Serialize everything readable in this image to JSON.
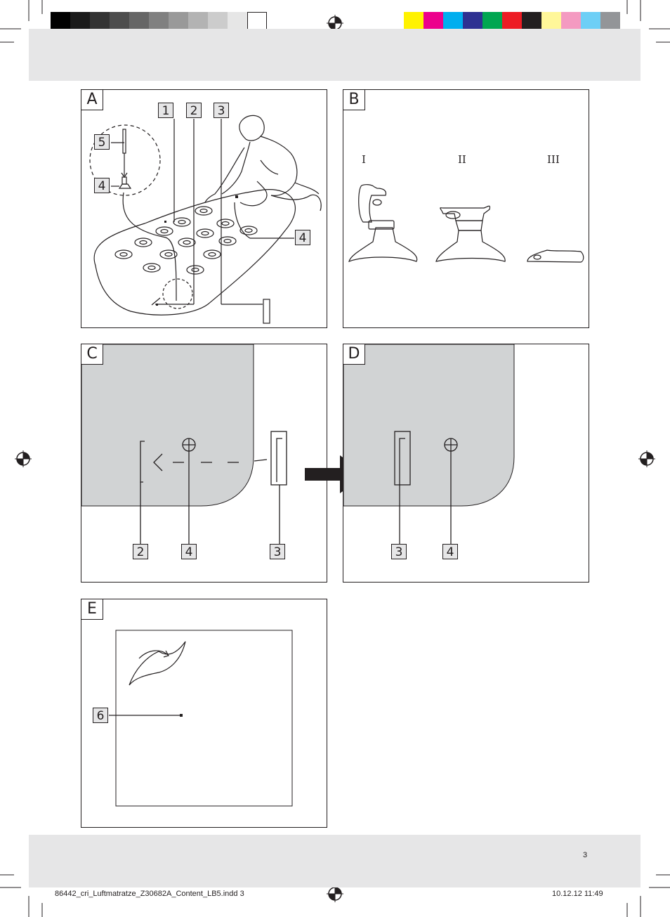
{
  "color_bar": {
    "gray_steps": [
      "#000000",
      "#1a1a1a",
      "#333333",
      "#4d4d4d",
      "#666666",
      "#808080",
      "#999999",
      "#b3b3b3",
      "#cccccc",
      "#e6e6e6",
      "#ffffff"
    ],
    "process_colors": [
      "#fff200",
      "#ec008c",
      "#00aeef",
      "#2e3192",
      "#00a651",
      "#ed1c24",
      "#231f20",
      "#fff799",
      "#f49ac1",
      "#6dcff6",
      "#939598"
    ]
  },
  "figures": {
    "A": {
      "letter": "A",
      "callouts": [
        "1",
        "2",
        "3",
        "4",
        "5",
        "4"
      ]
    },
    "B": {
      "letter": "B",
      "steps": [
        "I",
        "II",
        "III"
      ]
    },
    "C": {
      "letter": "C",
      "callouts": [
        "2",
        "4",
        "3"
      ]
    },
    "D": {
      "letter": "D",
      "callouts": [
        "3",
        "4"
      ]
    },
    "E": {
      "letter": "E",
      "callouts": [
        "6"
      ]
    }
  },
  "page_number": "3",
  "footer": {
    "file_name": "86442_cri_Luftmatratze_Z30682A_Content_LB5.indd   3",
    "date_time": "10.12.12   11:49"
  }
}
